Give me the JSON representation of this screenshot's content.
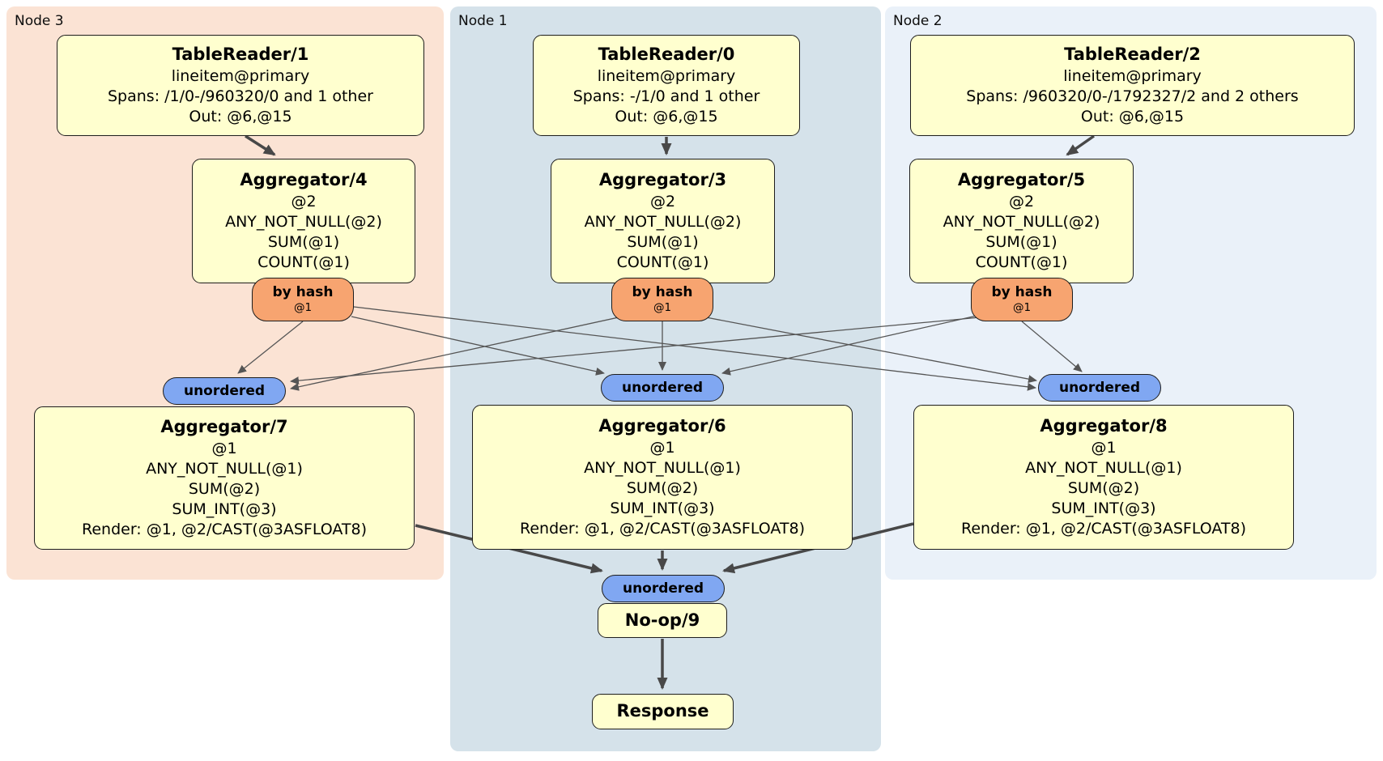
{
  "regions": {
    "node3": {
      "label": "Node 3"
    },
    "node1": {
      "label": "Node 1"
    },
    "node2": {
      "label": "Node 2"
    }
  },
  "processors": {
    "tablereader1": {
      "title": "TableReader/1",
      "lines": [
        "lineitem@primary",
        "Spans: /1/0-/960320/0 and 1 other",
        "Out: @6,@15"
      ]
    },
    "tablereader0": {
      "title": "TableReader/0",
      "lines": [
        "lineitem@primary",
        "Spans: -/1/0 and 1 other",
        "Out: @6,@15"
      ]
    },
    "tablereader2": {
      "title": "TableReader/2",
      "lines": [
        "lineitem@primary",
        "Spans: /960320/0-/1792327/2 and 2 others",
        "Out: @6,@15"
      ]
    },
    "aggregator4": {
      "title": "Aggregator/4",
      "lines": [
        "@2",
        "ANY_NOT_NULL(@2)",
        "SUM(@1)",
        "COUNT(@1)"
      ]
    },
    "aggregator3": {
      "title": "Aggregator/3",
      "lines": [
        "@2",
        "ANY_NOT_NULL(@2)",
        "SUM(@1)",
        "COUNT(@1)"
      ]
    },
    "aggregator5": {
      "title": "Aggregator/5",
      "lines": [
        "@2",
        "ANY_NOT_NULL(@2)",
        "SUM(@1)",
        "COUNT(@1)"
      ]
    },
    "aggregator7": {
      "title": "Aggregator/7",
      "lines": [
        "@1",
        "ANY_NOT_NULL(@1)",
        "SUM(@2)",
        "SUM_INT(@3)",
        "Render: @1, @2/CAST(@3ASFLOAT8)"
      ]
    },
    "aggregator6": {
      "title": "Aggregator/6",
      "lines": [
        "@1",
        "ANY_NOT_NULL(@1)",
        "SUM(@2)",
        "SUM_INT(@3)",
        "Render: @1, @2/CAST(@3ASFLOAT8)"
      ]
    },
    "aggregator8": {
      "title": "Aggregator/8",
      "lines": [
        "@1",
        "ANY_NOT_NULL(@1)",
        "SUM(@2)",
        "SUM_INT(@3)",
        "Render: @1, @2/CAST(@3ASFLOAT8)"
      ]
    },
    "noop9": {
      "title": "No-op/9"
    },
    "response": {
      "title": "Response"
    }
  },
  "routers": {
    "hash4": {
      "label": "by hash",
      "detail": "@1"
    },
    "hash3": {
      "label": "by hash",
      "detail": "@1"
    },
    "hash5": {
      "label": "by hash",
      "detail": "@1"
    }
  },
  "streams": {
    "unordered7": {
      "label": "unordered"
    },
    "unordered6": {
      "label": "unordered"
    },
    "unordered8": {
      "label": "unordered"
    },
    "unordered9": {
      "label": "unordered"
    }
  },
  "colors": {
    "node3_background": "#fbe3d4",
    "node1_background": "#d5e2ea",
    "node2_background": "#eaf1f9",
    "processor_fill": "#ffffcf",
    "router_fill": "#f7a470",
    "stream_fill": "#80a7f2",
    "edge_thin": "#555555",
    "edge_thick": "#484848"
  }
}
